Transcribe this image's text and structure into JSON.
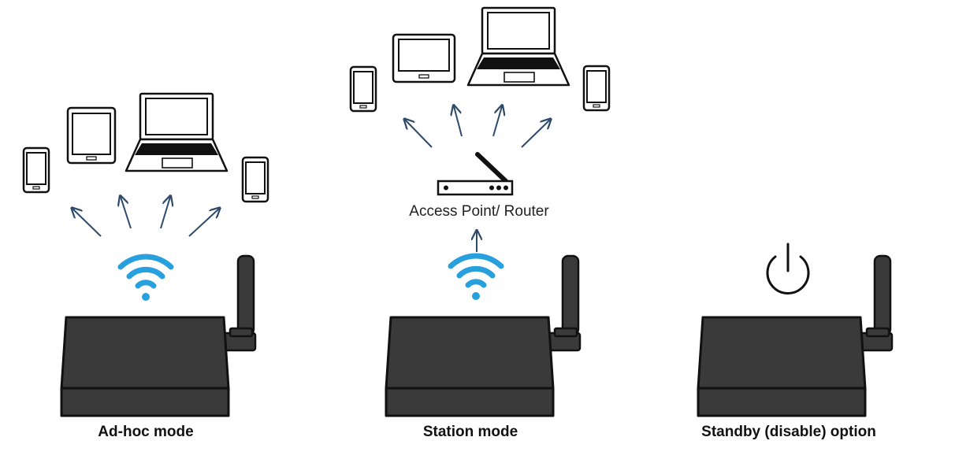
{
  "panels": {
    "adhoc": {
      "caption": "Ad-hoc mode"
    },
    "station": {
      "caption": "Station mode",
      "router_label": "Access Point/ Router"
    },
    "standby": {
      "caption": "Standby (disable) option"
    }
  },
  "colors": {
    "device_body": "#3a3a3a",
    "device_outline": "#111111",
    "arrow": "#2e4a6b",
    "wifi": "#29a0de"
  },
  "icons": [
    "wifi-icon",
    "power-icon",
    "router-icon",
    "laptop-icon",
    "tablet-icon",
    "phone-icon"
  ]
}
